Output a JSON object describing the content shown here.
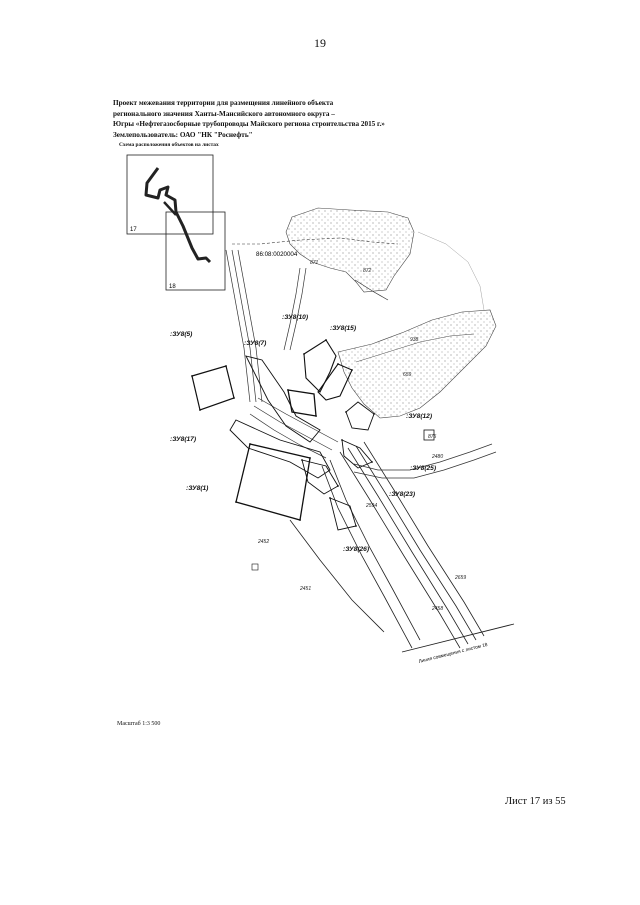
{
  "page": {
    "number": "19"
  },
  "title": {
    "lines": [
      "Проект межевания территории для размещения линейного объекта",
      "регионального значения Ханты-Мансийского автономного округа –",
      "Югры «Нефтегазосборные трубопроводы Майского региона строительства 2015 г.»",
      "Землепользователь: ОАО \"НК \"Роснефть\""
    ]
  },
  "key_map": {
    "caption": "Схема расположения объектов на листах",
    "sheet_a": "17",
    "sheet_b": "18"
  },
  "map": {
    "cadastral_block": "86:08:0020004",
    "plots": {
      "zu5": ":ЗУ8(5)",
      "zu10": ":ЗУ8(10)",
      "zu15": ":ЗУ8(15)",
      "zu7": ":ЗУ8(7)",
      "zu17": ":ЗУ8(17)",
      "zu1": ":ЗУ8(1)",
      "zu12": ":ЗУ8(12)",
      "zu25": ":ЗУ8(25)",
      "zu23": ":ЗУ8(23)",
      "zu26": ":ЗУ8(26)"
    },
    "parcel_numbers": {
      "n871": "871",
      "n872": "872",
      "n938": "938",
      "n659": "659",
      "n875": "875",
      "n2480": "2480",
      "n2452": "2452",
      "n2659": "2659",
      "n2458": "2458",
      "n2451": "2451",
      "n2594": "2594"
    },
    "continuation_note": "Линия совмещения с листом 18"
  },
  "scale": {
    "text": "Масштаб 1:3 500"
  },
  "footer": {
    "sheet": "Лист 17",
    "of": "из 55"
  }
}
